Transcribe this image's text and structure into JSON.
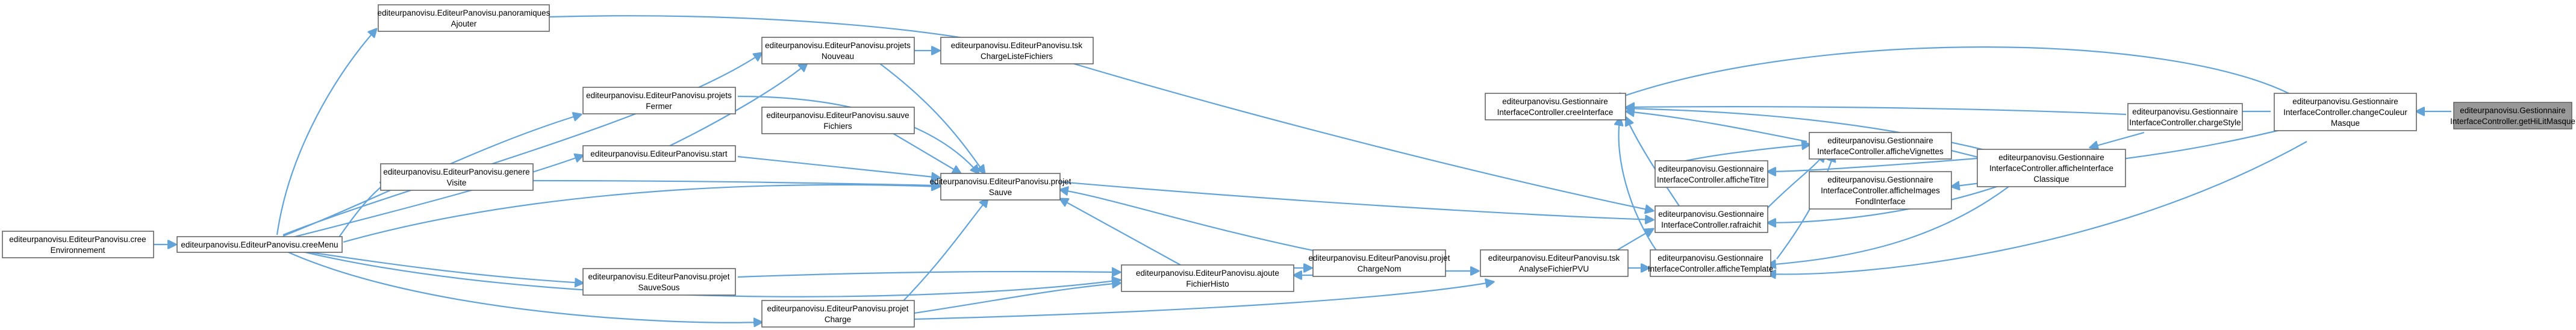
{
  "graph": {
    "accent_color": "#63a3d8",
    "border_color": "#666666",
    "highlight_color": "#999999",
    "nodes": {
      "panoramiques_ajouter": [
        "editeurpanovisu.EditeurPanovisu.panoramiques",
        "Ajouter"
      ],
      "projets_nouveau": [
        "editeurpanovisu.EditeurPanovisu.projets",
        "Nouveau"
      ],
      "tsk_charge_liste": [
        "editeurpanovisu.EditeurPanovisu.tsk",
        "ChargeListeFichiers"
      ],
      "projets_fermer": [
        "editeurpanovisu.EditeurPanovisu.projets",
        "Fermer"
      ],
      "sauve_fichiers": [
        "editeurpanovisu.EditeurPanovisu.sauve",
        "Fichiers"
      ],
      "start": [
        "editeurpanovisu.EditeurPanovisu.start"
      ],
      "genere_visite": [
        "editeurpanovisu.EditeurPanovisu.genere",
        "Visite"
      ],
      "cree_environnement": [
        "editeurpanovisu.EditeurPanovisu.cree",
        "Environnement"
      ],
      "cree_menu": [
        "editeurpanovisu.EditeurPanovisu.creeMenu"
      ],
      "projet_sauve": [
        "editeurpanovisu.EditeurPanovisu.projet",
        "Sauve"
      ],
      "projet_sauve_sous": [
        "editeurpanovisu.EditeurPanovisu.projet",
        "SauveSous"
      ],
      "ajoute_fichier_histo": [
        "editeurpanovisu.EditeurPanovisu.ajoute",
        "FichierHisto"
      ],
      "projet_charge_nom": [
        "editeurpanovisu.EditeurPanovisu.projet",
        "ChargeNom"
      ],
      "projet_charge": [
        "editeurpanovisu.EditeurPanovisu.projet",
        "Charge"
      ],
      "tsk_analyse_pvu": [
        "editeurpanovisu.EditeurPanovisu.tsk",
        "AnalyseFichierPVU"
      ],
      "gi_create_interface": [
        "editeurpanovisu.Gestionnaire",
        "InterfaceController.creeInterface"
      ],
      "gi_affiche_vignettes": [
        "editeurpanovisu.Gestionnaire",
        "InterfaceController.afficheVignettes"
      ],
      "gi_affiche_titre": [
        "editeurpanovisu.Gestionnaire",
        "InterfaceController.afficheTitre"
      ],
      "gi_rafraichit": [
        "editeurpanovisu.Gestionnaire",
        "InterfaceController.rafraichit"
      ],
      "gi_affiche_template": [
        "editeurpanovisu.Gestionnaire",
        "InterfaceController.afficheTemplate"
      ],
      "gi_affiche_images_fond": [
        "editeurpanovisu.Gestionnaire",
        "InterfaceController.afficheImages",
        "FondInterface"
      ],
      "gi_affichage_classique": [
        "editeurpanovisu.Gestionnaire",
        "InterfaceController.afficheInterface",
        "Classique"
      ],
      "gi_charge_style": [
        "editeurpanovisu.Gestionnaire",
        "InterfaceController.chargeStyle"
      ],
      "gi_change_couleur_masque": [
        "editeurpanovisu.Gestionnaire",
        "InterfaceController.changeCouleur",
        "Masque"
      ],
      "gi_get_hi_lit_masque": [
        "editeurpanovisu.Gestionnaire",
        "InterfaceController.getHiLitMasque"
      ]
    }
  }
}
